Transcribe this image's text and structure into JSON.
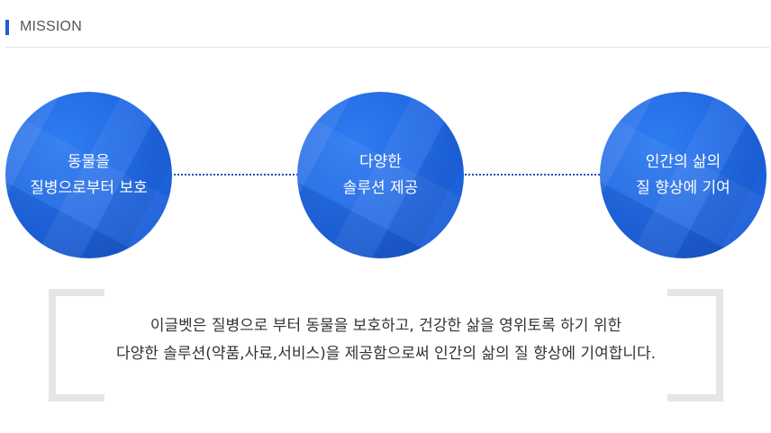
{
  "section": {
    "title": "MISSION",
    "accent_color": "#1f5bd6"
  },
  "circles": [
    {
      "line1": "동물을",
      "line2": "질병으로부터 보호"
    },
    {
      "line1": "다양한",
      "line2": "솔루션 제공"
    },
    {
      "line1": "인간의 삶의",
      "line2": "질 향상에 기여"
    }
  ],
  "circle_color": "#1f66e2",
  "statement": {
    "line1": "이글벳은 질병으로 부터 동물을 보호하고, 건강한 삶을 영위토록 하기 위한",
    "line2": "다양한 솔루션(약품,사료,서비스)을 제공함으로써 인간의 삶의 질 향상에 기여합니다."
  }
}
